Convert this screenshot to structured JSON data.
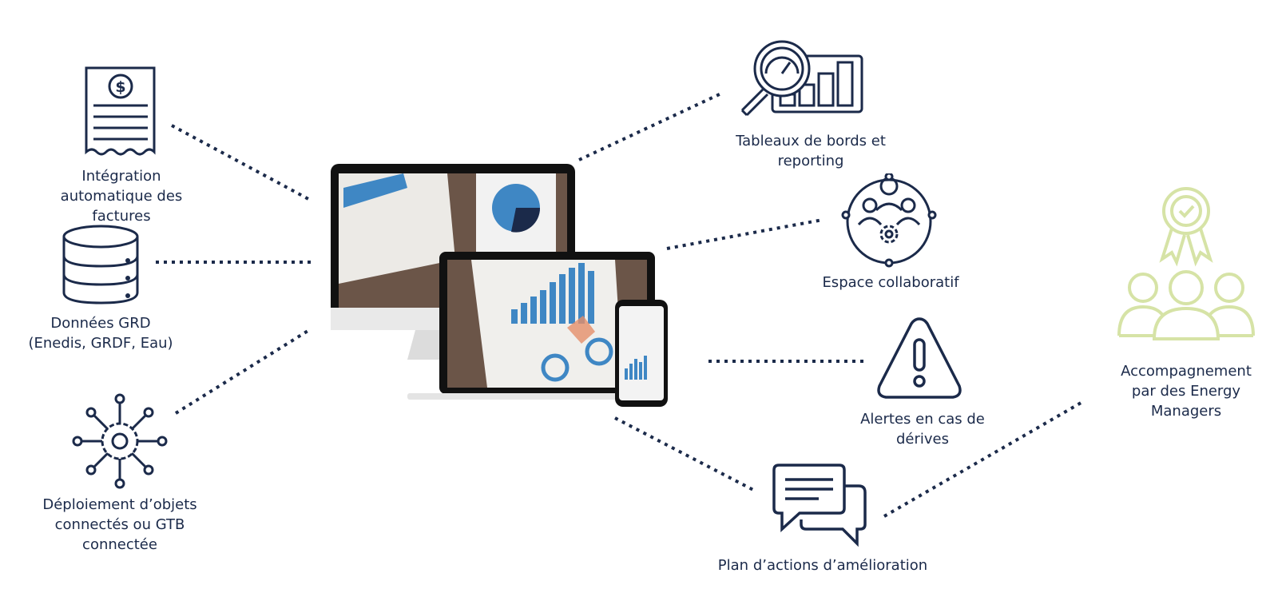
{
  "colors": {
    "navy": "#1b2a4a",
    "green": "#d6e3a6",
    "blue": "#3f87c4"
  },
  "features": {
    "invoices": {
      "icon": "invoice-dollar-icon",
      "lines": [
        "Intégration",
        "automatique des",
        "factures"
      ]
    },
    "grd_data": {
      "icon": "database-icon",
      "lines": [
        "Données GRD",
        "(Enedis, GRDF, Eau)"
      ]
    },
    "iot": {
      "icon": "network-gear-icon",
      "lines": [
        "Déploiement d’objets",
        "connectés ou GTB",
        "connectée"
      ]
    },
    "dashboards": {
      "icon": "magnifier-chart-icon",
      "lines": [
        "Tableaux de bords et",
        "reporting"
      ]
    },
    "collab": {
      "icon": "team-gear-icon",
      "lines": [
        "Espace collaboratif"
      ]
    },
    "alerts": {
      "icon": "warning-triangle-icon",
      "lines": [
        "Alertes en cas de",
        "dérives"
      ]
    },
    "action_plan": {
      "icon": "chat-bubbles-icon",
      "lines": [
        "Plan d’actions d’amélioration"
      ]
    },
    "energy_managers": {
      "icon": "award-team-icon",
      "lines": [
        "Accompagnement",
        "par des Energy",
        "Managers"
      ]
    }
  },
  "devices": {
    "icon": "multi-device-mockup-icon"
  }
}
